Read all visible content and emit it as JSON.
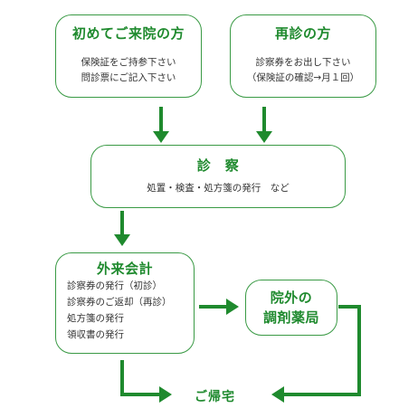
{
  "first_visit": {
    "title": "初めてご来院の方",
    "lines": [
      "保険証をご持参下さい",
      "問診票にご記入下さい"
    ]
  },
  "revisit": {
    "title": "再診の方",
    "lines": [
      "診察券をお出し下さい",
      "（保険証の確認→月１回）"
    ]
  },
  "exam": {
    "title": "診　察",
    "subtitle": "処置・検査・処方箋の発行　など"
  },
  "checkout": {
    "title": "外来会計",
    "lines": [
      "診察券の発行（初診）",
      "診察券のご返却（再診）",
      "処方箋の発行",
      "領収書の発行"
    ]
  },
  "pharmacy": {
    "title_lines": [
      "院外の",
      "調剤薬局"
    ]
  },
  "goal": {
    "label": "ご帰宅"
  },
  "colors": {
    "accent": "#1f8a2e",
    "border": "#3a9a45",
    "text": "#333333"
  }
}
